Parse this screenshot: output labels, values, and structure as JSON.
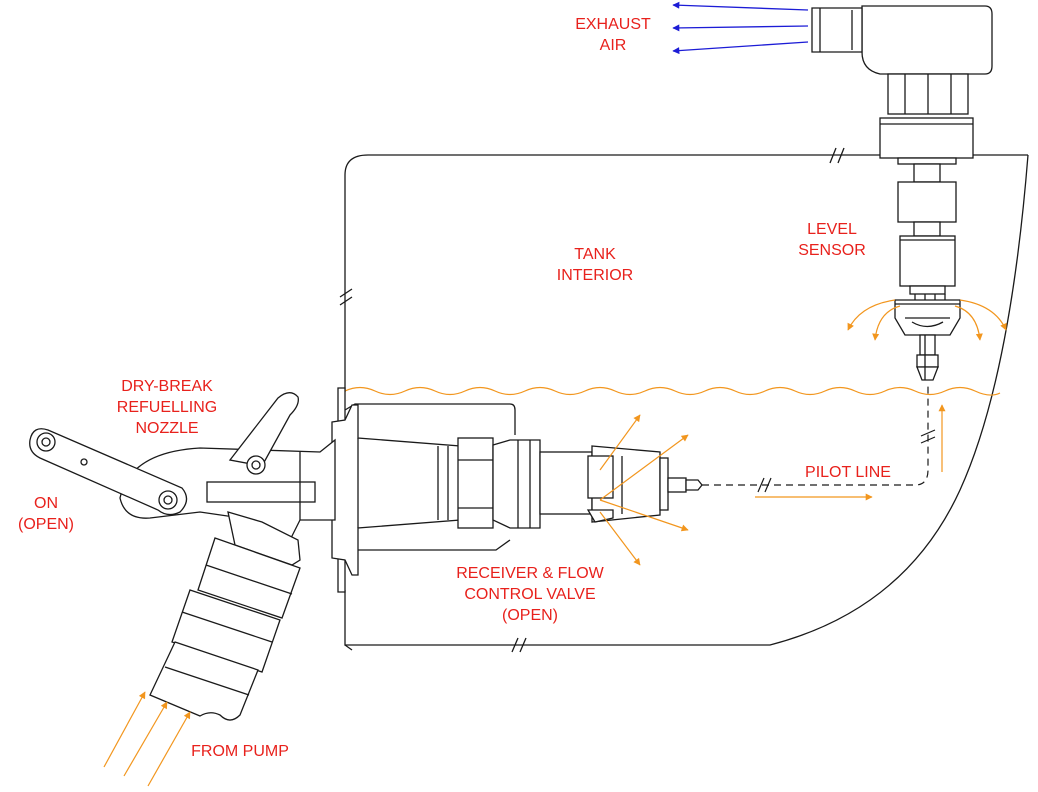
{
  "colors": {
    "label": "#e8211c",
    "line": "#1a1a1a",
    "fuel_flow_arrow": "#f2961e",
    "air_arrow": "#1c1cd6",
    "fuel_surface": "#f2961e"
  },
  "labels": {
    "exhaust_air": [
      "EXHAUST",
      "AIR"
    ],
    "tank_interior": [
      "TANK",
      "INTERIOR"
    ],
    "level_sensor": [
      "LEVEL",
      "SENSOR"
    ],
    "nozzle": [
      "DRY-BREAK",
      "REFUELLING",
      "NOZZLE"
    ],
    "on_open": [
      "ON",
      "(OPEN)"
    ],
    "pilot_line": [
      "PILOT LINE"
    ],
    "receiver_valve": [
      "RECEIVER & FLOW",
      "CONTROL VALVE",
      "(OPEN)"
    ],
    "from_pump": [
      "FROM PUMP"
    ]
  }
}
